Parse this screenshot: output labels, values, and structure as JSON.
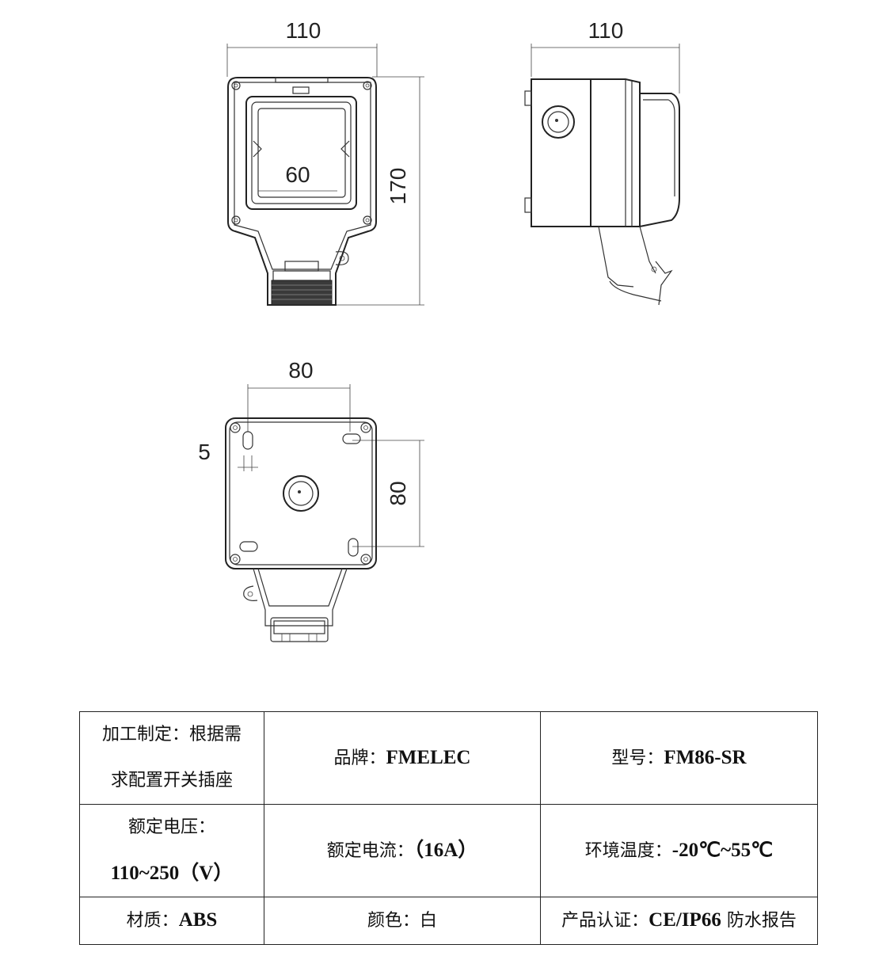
{
  "front_view": {
    "width_dim": "110",
    "height_dim": "170",
    "inner_dim": "60"
  },
  "side_view": {
    "width_dim": "110"
  },
  "back_view": {
    "width_dim": "80",
    "height_dim": "80",
    "slot_dim": "5"
  },
  "spec_table": {
    "row1": {
      "custom_line1": "加工制定：根据需",
      "custom_line2": "求配置开关插座",
      "brand_label": "品牌：",
      "brand_value": "FMELEC",
      "model_label": "型号：",
      "model_value": "FM86-SR"
    },
    "row2": {
      "voltage_label": "额定电压：",
      "voltage_value": "110~250（V）",
      "current_label": "额定电流：",
      "current_value": "（16A）",
      "temp_label": "环境温度：",
      "temp_value": "-20℃~55℃"
    },
    "row3": {
      "material_label": "材质：",
      "material_value": "ABS",
      "color_label": "颜色：",
      "color_value": "白",
      "cert_label": "产品认证：",
      "cert_value": "CE/IP66",
      "cert_suffix": " 防水报告"
    }
  }
}
